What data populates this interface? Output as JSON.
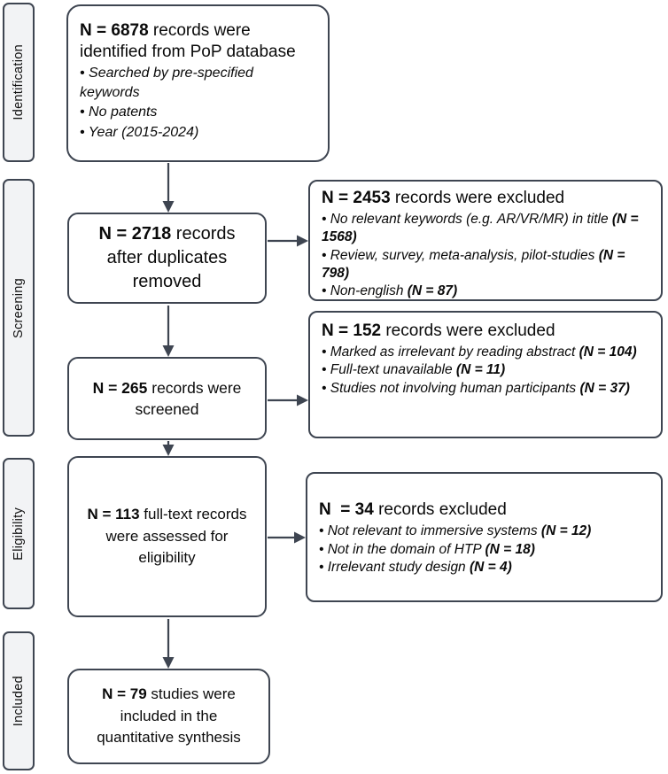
{
  "stages": [
    "Identification",
    "Screening",
    "Eligibility",
    "Included"
  ],
  "main_boxes": [
    {
      "n": "N = 6878",
      "text": " records were identified from PoP database",
      "bullets": [
        {
          "text": "Searched by pre-specified keywords"
        },
        {
          "text": "No patents"
        },
        {
          "text": "Year (2015-2024)"
        }
      ]
    },
    {
      "n": "N = 2718",
      "text": " records after duplicates removed"
    },
    {
      "n": "N = 265",
      "text": " records were screened"
    },
    {
      "n": "N = 113",
      "text": " full-text records were assessed for eligibility"
    },
    {
      "n": "N = 79",
      "text": " studies were included in the quantitative synthesis"
    }
  ],
  "exclusion_boxes": [
    {
      "n": "N = 2453",
      "text": " records were excluded",
      "bullets": [
        {
          "text": "No relevant keywords (e.g. AR/VR/MR) in title ",
          "n": "(N = 1568)"
        },
        {
          "text": "Review, survey, meta-analysis, pilot-studies ",
          "n": "(N = 798)"
        },
        {
          "text": "Non-english ",
          "n": "(N = 87)"
        }
      ]
    },
    {
      "n": "N = 152",
      "text": " records were excluded",
      "bullets": [
        {
          "text": "Marked as irrelevant by reading abstract ",
          "n": "(N = 104)"
        },
        {
          "text": "Full-text unavailable ",
          "n": "(N = 11)"
        },
        {
          "text": "Studies not involving human participants ",
          "n": "(N = 37)"
        }
      ]
    },
    {
      "n": "N  = 34",
      "text": " records excluded",
      "bullets": [
        {
          "text": "Not relevant to immersive systems ",
          "n": "(N = 12)"
        },
        {
          "text": "Not in the domain of HTP ",
          "n": "(N = 18)"
        },
        {
          "text": "Irrelevant study design ",
          "n": "(N = 4)"
        }
      ]
    }
  ],
  "colors": {
    "line": "#3e4551",
    "sidebar_fill": "#f2f3f5",
    "box_fill": "#ffffff",
    "text": "#0a0a0a"
  }
}
